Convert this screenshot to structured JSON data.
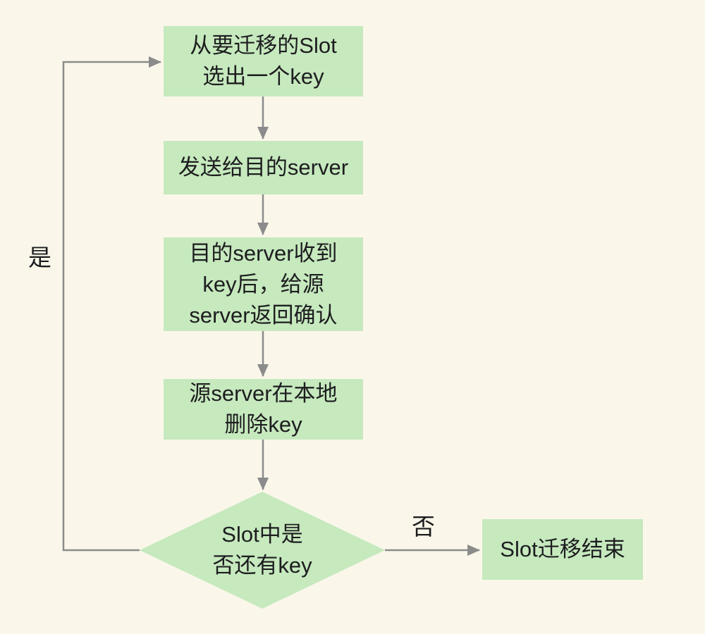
{
  "colors": {
    "background": "#faf7ea",
    "node-fill": "#c6e9be",
    "edge": "#8b8b8b",
    "text": "#1d1d1f"
  },
  "nodes": {
    "pick_key": {
      "lines": [
        "从要迁移的Slot",
        "选出一个key"
      ]
    },
    "send": {
      "lines": [
        "发送给目的server"
      ]
    },
    "confirm": {
      "lines": [
        "目的server收到",
        "key后，给源",
        "server返回确认"
      ]
    },
    "delete_local": {
      "lines": [
        "源server在本地",
        "删除key"
      ]
    },
    "decision": {
      "lines": [
        "Slot中是",
        "否还有key"
      ]
    },
    "end": {
      "lines": [
        "Slot迁移结束"
      ]
    }
  },
  "edge_labels": {
    "yes": "是",
    "no": "否"
  }
}
